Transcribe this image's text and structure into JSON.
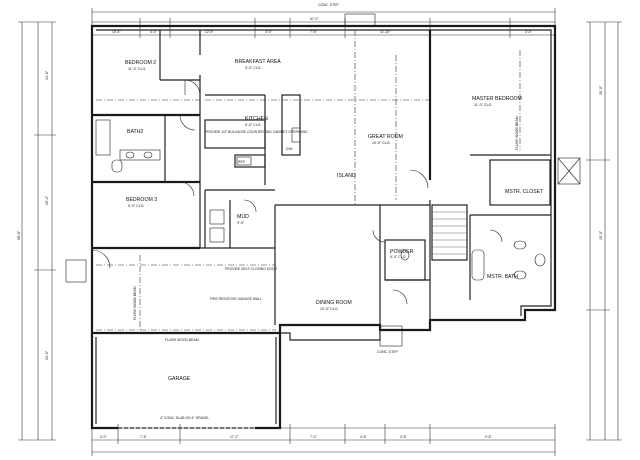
{
  "rooms": [
    {
      "id": "bedroom2",
      "label": "BEDROOM 2",
      "size": "11'-0\" CLG."
    },
    {
      "id": "breakfast",
      "label": "BREAKFAST AREA",
      "size": "9'-0\" CLG."
    },
    {
      "id": "kitchen",
      "label": "KITCHEN",
      "size": "9'-0\" CLG."
    },
    {
      "id": "bath2",
      "label": "BATH2",
      "size": ""
    },
    {
      "id": "bedroom3",
      "label": "BEDROOM 3",
      "size": "9'-0\" CLG."
    },
    {
      "id": "mud",
      "label": "MUD",
      "size": "9'-0\""
    },
    {
      "id": "great",
      "label": "GREAT ROOM",
      "size": "10'-0\" CLG."
    },
    {
      "id": "island",
      "label": "ISLAND",
      "size": ""
    },
    {
      "id": "master_bed",
      "label": "MASTER BEDROOM",
      "size": "11'-0\" CLG."
    },
    {
      "id": "mstr_closet",
      "label": "MSTR. CLOSET",
      "size": ""
    },
    {
      "id": "mstr_bath",
      "label": "MSTR. BATH",
      "size": ""
    },
    {
      "id": "powder",
      "label": "POWDER",
      "size": "9'-0\" CLG."
    },
    {
      "id": "dining",
      "label": "DINING ROOM",
      "size": "10'-0\" CLG."
    },
    {
      "id": "garage",
      "label": "GARAGE",
      "size": ""
    }
  ],
  "notes": {
    "conc_step_top": "CONC. STEP",
    "conc_step_bottom": "CONC. STEP",
    "ref": "REF.",
    "dw": "D/W",
    "kitchen_note": "PROVIDE 1/4\" BULLNOSE COUNTER AND CABINET OVERHANG",
    "garage_note_1": "FIRE RESISTIVE GARAGE WALL",
    "garage_note_2": "PROVIDE SELF CLOSING DOOR",
    "garage_slab": "4\" CONC. SLAB ON 4\" GRAVEL",
    "beam_left": "FLUSH WOOD BEAM",
    "beam_right": "FLUSH WOOD BEAM",
    "girder": "FLUSH WOOD BEAM"
  },
  "dimensions": {
    "top": [
      "10'-4\"",
      "4'-0\"",
      "12'-5\"",
      "3'-0\"",
      "7'-6\"",
      "11'-10\"",
      "3'-4\""
    ],
    "bottom": [
      "3'-0\"",
      "7'-8\"",
      "17'-2\"",
      "7'-0\"",
      "4'-6\"",
      "3'-8\"",
      "9'-8\""
    ],
    "left": [
      "14'-6\"",
      "20'-2\"",
      "23'-0\""
    ],
    "right": [
      "20'-0\"",
      "15'-0\""
    ],
    "overall_width": "67'-0\"",
    "overall_depth": "58'-8\""
  }
}
